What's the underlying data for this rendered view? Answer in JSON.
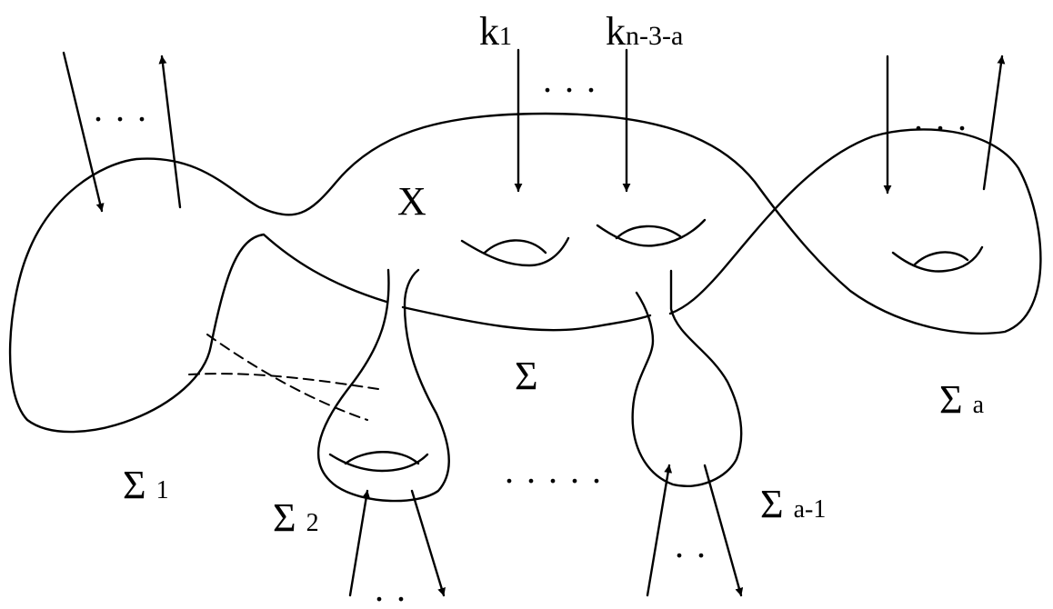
{
  "labels": {
    "k1_main": "k",
    "k1_sub": "1",
    "kn_main": "k",
    "kn_sub": "n-3-a",
    "X": "X",
    "Sigma": "Σ",
    "Sigma_1_main": "Σ",
    "Sigma_1_sub": "1",
    "Sigma_2_main": "Σ",
    "Sigma_2_sub": "2",
    "Sigma_a_main": "Σ",
    "Sigma_a_sub": "a",
    "Sigma_a1_main": "Σ",
    "Sigma_a1_sub": "a-1"
  },
  "dots": {
    "top_left": "...",
    "top_middle": "...",
    "top_right": "...",
    "bottom_middle": ".....",
    "bottom_left_pair": "..",
    "bottom_right_pair": ".."
  }
}
